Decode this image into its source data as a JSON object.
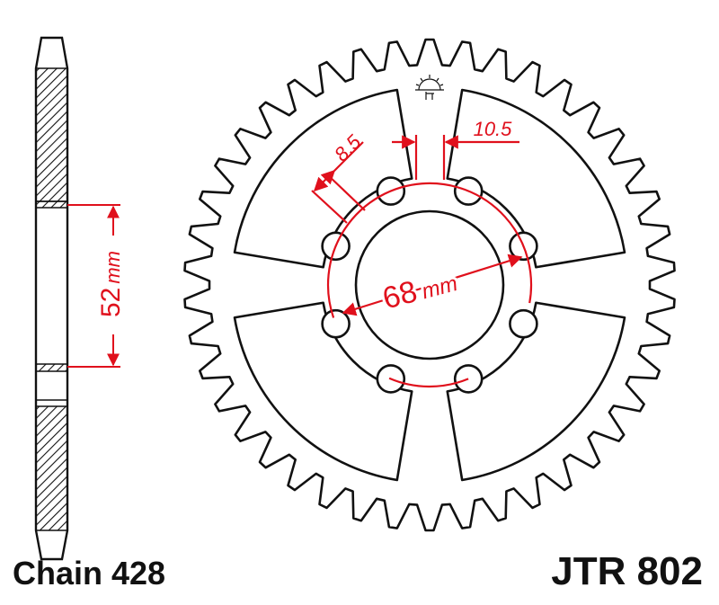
{
  "diagram": {
    "chain_label": "Chain 428",
    "part_number": "JTR 802",
    "side_view": {
      "dimension_value": "52",
      "dimension_unit": "mm"
    },
    "sprocket": {
      "teeth": 42,
      "bolt_holes": 8,
      "cutouts": 4,
      "pcd_value": "68",
      "pcd_unit": "mm",
      "hole_diameter_label": "8.5",
      "web_width_label": "10.5"
    },
    "colors": {
      "outline": "#111111",
      "dimension": "#e0101c",
      "hatch": "#111111",
      "background": "#ffffff"
    },
    "icons": [
      "maker-logo-icon"
    ]
  }
}
